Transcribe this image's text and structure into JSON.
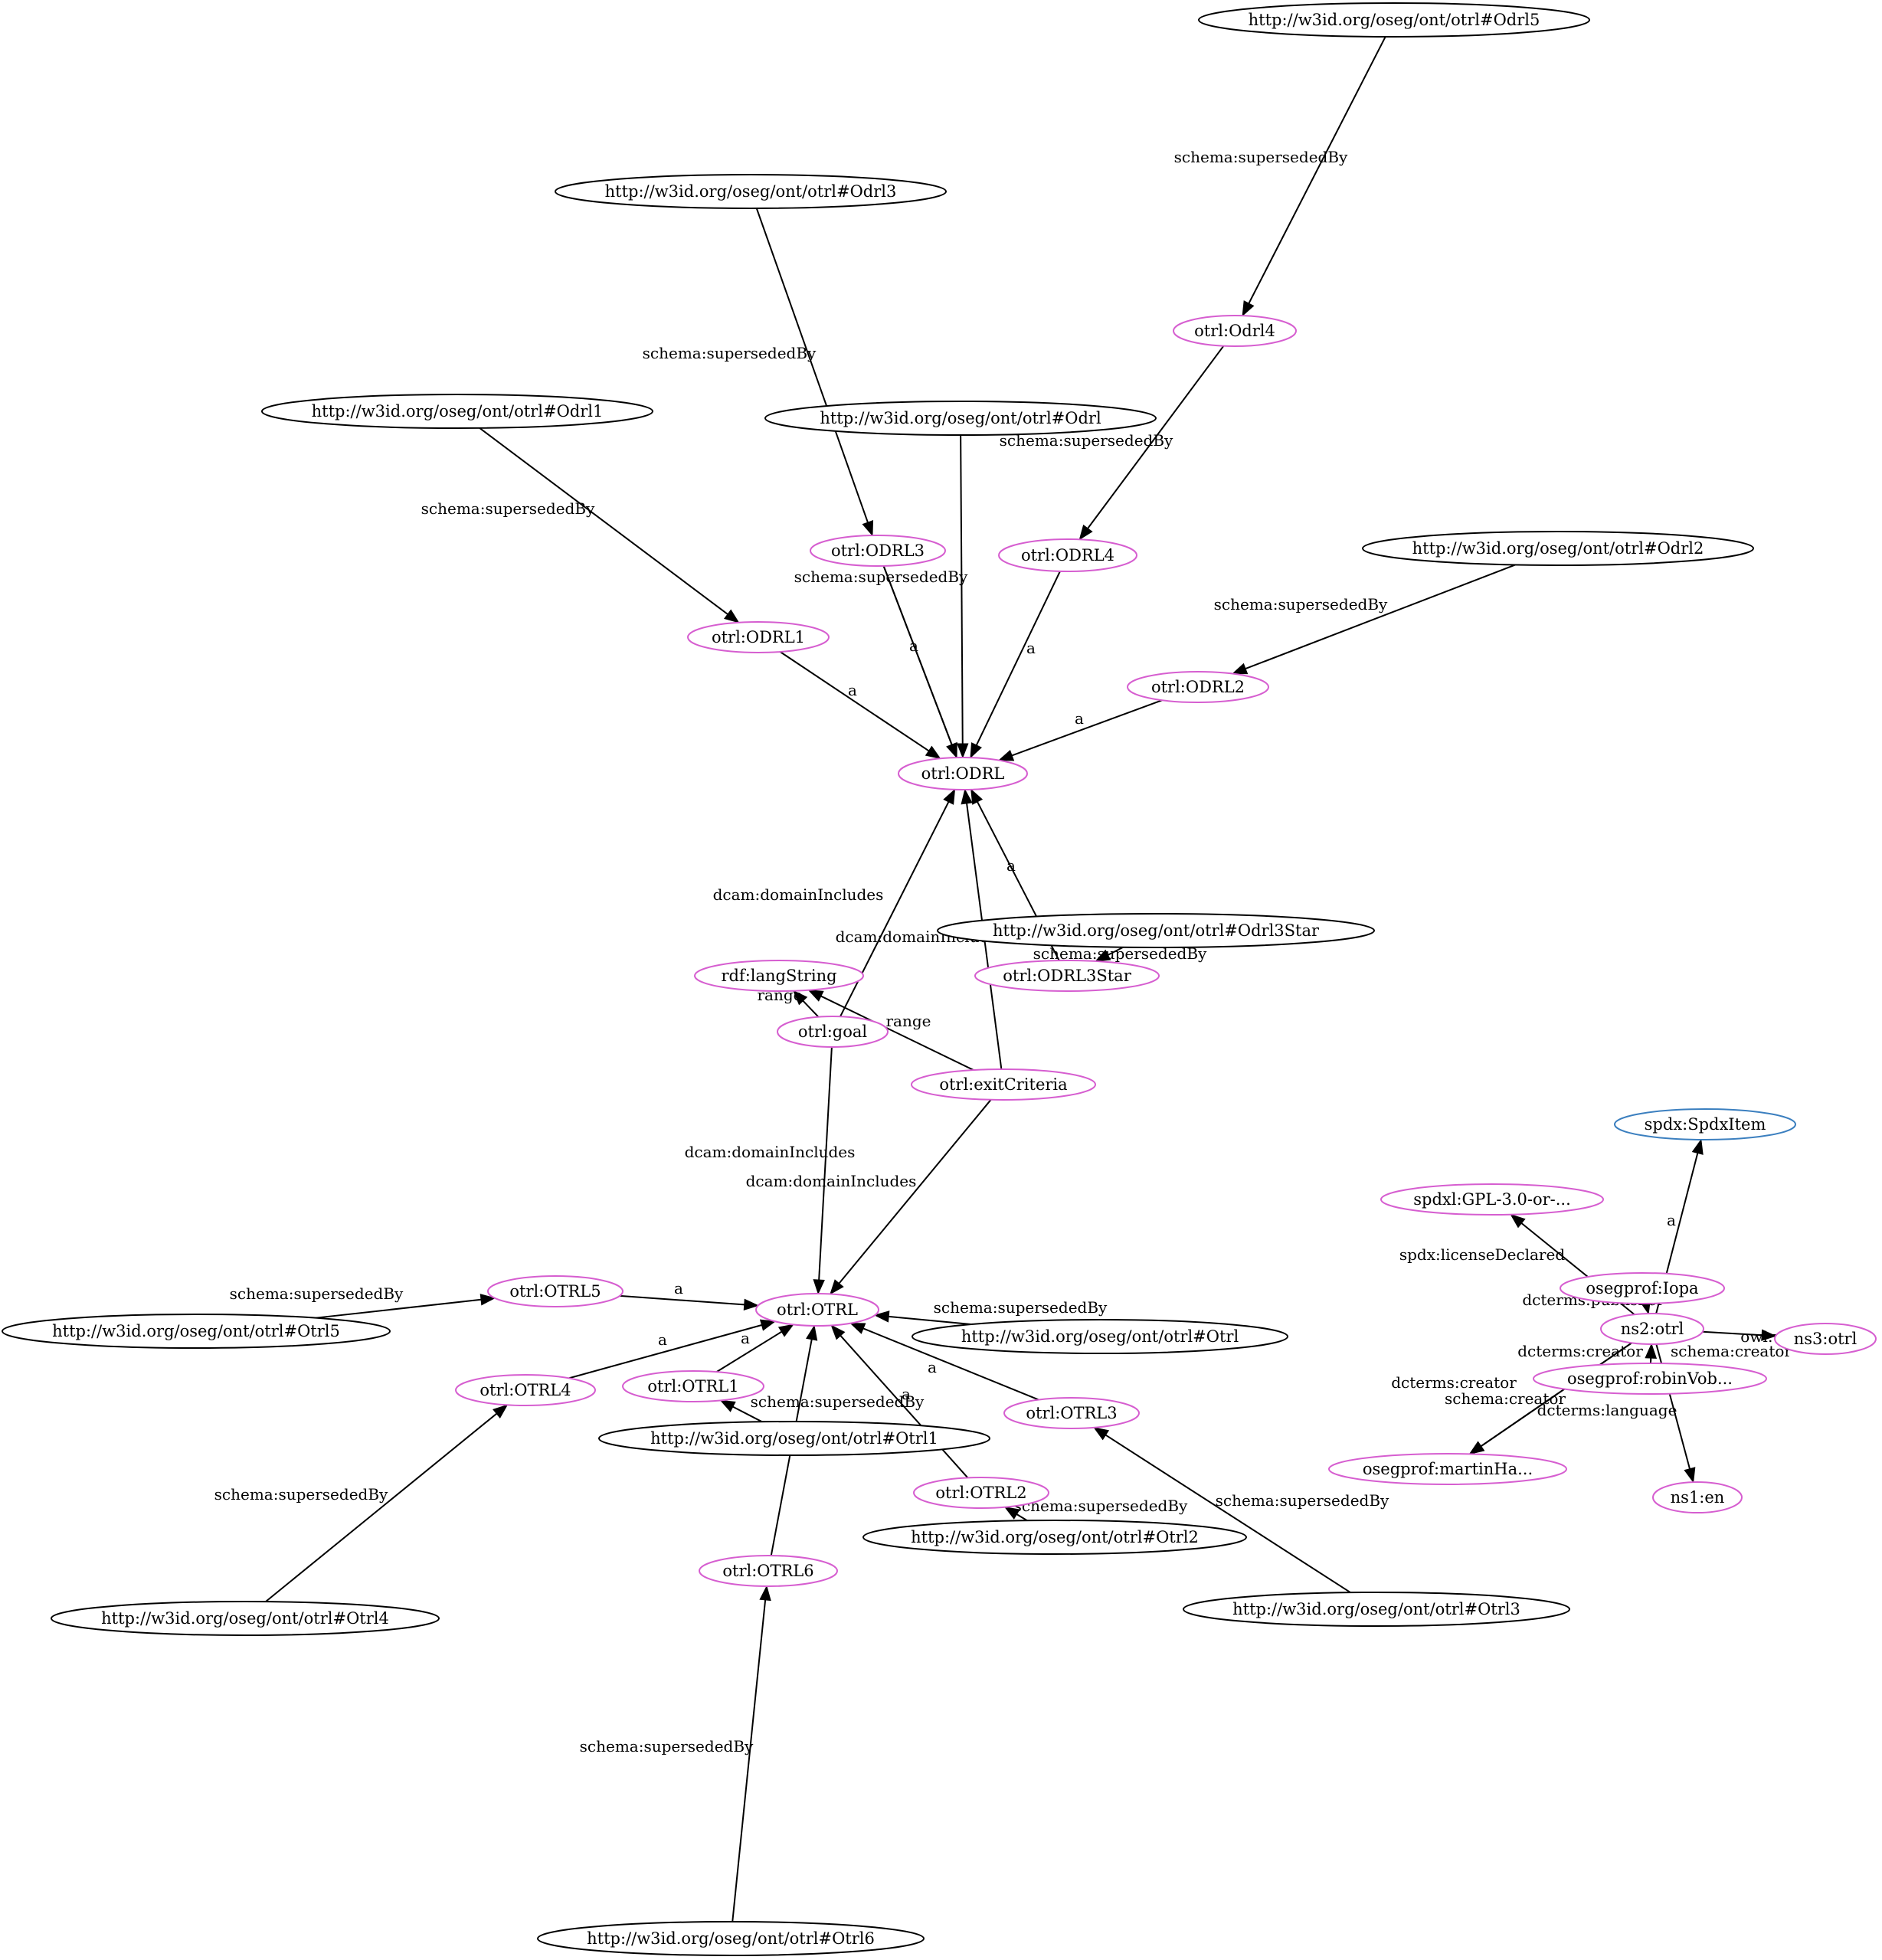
{
  "colors": {
    "resource": "#000000",
    "otrl": "#d65ed0",
    "spdx_class": "#3b7fbf",
    "edge": "#000000",
    "background": "#ffffff"
  },
  "nodes": [
    {
      "id": "odrl5_uri",
      "label": "http://w3id.org/oseg/ont/otrl#Odrl5",
      "kind": "resource"
    },
    {
      "id": "odrl3_uri",
      "label": "http://w3id.org/oseg/ont/otrl#Odrl3",
      "kind": "resource"
    },
    {
      "id": "odrl1_uri",
      "label": "http://w3id.org/oseg/ont/otrl#Odrl1",
      "kind": "resource"
    },
    {
      "id": "odrl_uri",
      "label": "http://w3id.org/oseg/ont/otrl#Odrl",
      "kind": "resource"
    },
    {
      "id": "odrl2_uri",
      "label": "http://w3id.org/oseg/ont/otrl#Odrl2",
      "kind": "resource"
    },
    {
      "id": "odrl3star_uri",
      "label": "http://w3id.org/oseg/ont/otrl#Odrl3Star",
      "kind": "resource"
    },
    {
      "id": "otrl5_uri",
      "label": "http://w3id.org/oseg/ont/otrl#Otrl5",
      "kind": "resource"
    },
    {
      "id": "otrl_uri",
      "label": "http://w3id.org/oseg/ont/otrl#Otrl",
      "kind": "resource"
    },
    {
      "id": "otrl1_uri",
      "label": "http://w3id.org/oseg/ont/otrl#Otrl1",
      "kind": "resource"
    },
    {
      "id": "otrl2_uri",
      "label": "http://w3id.org/oseg/ont/otrl#Otrl2",
      "kind": "resource"
    },
    {
      "id": "otrl4_uri",
      "label": "http://w3id.org/oseg/ont/otrl#Otrl4",
      "kind": "resource"
    },
    {
      "id": "otrl3_uri",
      "label": "http://w3id.org/oseg/ont/otrl#Otrl3",
      "kind": "resource"
    },
    {
      "id": "otrl6_uri",
      "label": "http://w3id.org/oseg/ont/otrl#Otrl6",
      "kind": "resource"
    },
    {
      "id": "Odrl4",
      "label": "otrl:Odrl4",
      "kind": "otrl"
    },
    {
      "id": "ODRL3",
      "label": "otrl:ODRL3",
      "kind": "otrl"
    },
    {
      "id": "ODRL4",
      "label": "otrl:ODRL4",
      "kind": "otrl"
    },
    {
      "id": "ODRL1",
      "label": "otrl:ODRL1",
      "kind": "otrl"
    },
    {
      "id": "ODRL2",
      "label": "otrl:ODRL2",
      "kind": "otrl"
    },
    {
      "id": "ODRL",
      "label": "otrl:ODRL",
      "kind": "otrl"
    },
    {
      "id": "ODRL3Star",
      "label": "otrl:ODRL3Star",
      "kind": "otrl"
    },
    {
      "id": "langString",
      "label": "rdf:langString",
      "kind": "otrl"
    },
    {
      "id": "goal",
      "label": "otrl:goal",
      "kind": "otrl"
    },
    {
      "id": "exitCriteria",
      "label": "otrl:exitCriteria",
      "kind": "otrl"
    },
    {
      "id": "OTRL",
      "label": "otrl:OTRL",
      "kind": "otrl"
    },
    {
      "id": "OTRL5",
      "label": "otrl:OTRL5",
      "kind": "otrl"
    },
    {
      "id": "OTRL4",
      "label": "otrl:OTRL4",
      "kind": "otrl"
    },
    {
      "id": "OTRL1",
      "label": "otrl:OTRL1",
      "kind": "otrl"
    },
    {
      "id": "OTRL3",
      "label": "otrl:OTRL3",
      "kind": "otrl"
    },
    {
      "id": "OTRL2",
      "label": "otrl:OTRL2",
      "kind": "otrl"
    },
    {
      "id": "OTRL6",
      "label": "otrl:OTRL6",
      "kind": "otrl"
    },
    {
      "id": "SpdxItem",
      "label": "spdx:SpdxItem",
      "kind": "spdx_class"
    },
    {
      "id": "gpl",
      "label": "spdxl:GPL-3.0-or-...",
      "kind": "otrl"
    },
    {
      "id": "iopa",
      "label": "osegprof:Iopa",
      "kind": "otrl"
    },
    {
      "id": "ns2otrl",
      "label": "ns2:otrl",
      "kind": "otrl"
    },
    {
      "id": "ns3otrl",
      "label": "ns3:otrl",
      "kind": "otrl"
    },
    {
      "id": "robin",
      "label": "osegprof:robinVob...",
      "kind": "otrl"
    },
    {
      "id": "martin",
      "label": "osegprof:martinHa...",
      "kind": "otrl"
    },
    {
      "id": "en",
      "label": "ns1:en",
      "kind": "otrl"
    }
  ],
  "edges": [
    {
      "from": "odrl5_uri",
      "to": "Odrl4",
      "label": "schema:supersededBy"
    },
    {
      "from": "Odrl4",
      "to": "ODRL4",
      "label": "schema:supersededBy"
    },
    {
      "from": "odrl3_uri",
      "to": "ODRL3",
      "label": "schema:supersededBy"
    },
    {
      "from": "odrl1_uri",
      "to": "ODRL1",
      "label": "schema:supersededBy"
    },
    {
      "from": "odrl_uri",
      "to": "ODRL",
      "label": ""
    },
    {
      "from": "ODRL3",
      "to": "ODRL",
      "label": "a"
    },
    {
      "from": "ODRL3",
      "to": "ODRL",
      "label": "schema:supersededBy"
    },
    {
      "from": "ODRL4",
      "to": "ODRL",
      "label": "a"
    },
    {
      "from": "ODRL1",
      "to": "ODRL",
      "label": "a"
    },
    {
      "from": "odrl2_uri",
      "to": "ODRL2",
      "label": "schema:supersededBy"
    },
    {
      "from": "ODRL2",
      "to": "ODRL",
      "label": "a"
    },
    {
      "from": "ODRL3Star",
      "to": "ODRL",
      "label": "a"
    },
    {
      "from": "odrl3star_uri",
      "to": "ODRL3Star",
      "label": "schema:supersededBy"
    },
    {
      "from": "goal",
      "to": "ODRL",
      "label": "dcam:domainIncludes"
    },
    {
      "from": "exitCriteria",
      "to": "ODRL",
      "label": "dcam:domainIncludes"
    },
    {
      "from": "goal",
      "to": "langString",
      "label": "range"
    },
    {
      "from": "exitCriteria",
      "to": "langString",
      "label": "range"
    },
    {
      "from": "goal",
      "to": "OTRL",
      "label": "dcam:domainIncludes"
    },
    {
      "from": "exitCriteria",
      "to": "OTRL",
      "label": "dcam:domainIncludes"
    },
    {
      "from": "otrl5_uri",
      "to": "OTRL5",
      "label": "schema:supersededBy"
    },
    {
      "from": "OTRL5",
      "to": "OTRL",
      "label": "a"
    },
    {
      "from": "otrl_uri",
      "to": "OTRL",
      "label": "schema:supersededBy"
    },
    {
      "from": "OTRL4",
      "to": "OTRL",
      "label": "a"
    },
    {
      "from": "OTRL1",
      "to": "OTRL",
      "label": "a"
    },
    {
      "from": "otrl1_uri",
      "to": "OTRL1",
      "label": "schema:supersededBy"
    },
    {
      "from": "OTRL3",
      "to": "OTRL",
      "label": "a"
    },
    {
      "from": "OTRL2",
      "to": "OTRL",
      "label": "a"
    },
    {
      "from": "OTRL6",
      "to": "OTRL",
      "label": "a"
    },
    {
      "from": "otrl2_uri",
      "to": "OTRL2",
      "label": "schema:supersededBy"
    },
    {
      "from": "otrl4_uri",
      "to": "OTRL4",
      "label": "schema:supersededBy"
    },
    {
      "from": "otrl3_uri",
      "to": "OTRL3",
      "label": "schema:supersededBy"
    },
    {
      "from": "otrl6_uri",
      "to": "OTRL6",
      "label": "schema:supersededBy"
    },
    {
      "from": "ns2otrl",
      "to": "SpdxItem",
      "label": "a"
    },
    {
      "from": "ns2otrl",
      "to": "gpl",
      "label": "spdx:licenseDeclared"
    },
    {
      "from": "iopa",
      "to": "ns2otrl",
      "label": "dcterms:publisher"
    },
    {
      "from": "ns2otrl",
      "to": "ns3otrl",
      "label": "owl:versionIRI"
    },
    {
      "from": "robin",
      "to": "ns2otrl",
      "label": "dcterms:creator"
    },
    {
      "from": "robin",
      "to": "ns2otrl",
      "label": "schema:creator"
    },
    {
      "from": "ns2otrl",
      "to": "martin",
      "label": "dcterms:creator"
    },
    {
      "from": "ns2otrl",
      "to": "martin",
      "label": "schema:creator"
    },
    {
      "from": "ns2otrl",
      "to": "en",
      "label": "dcterms:language"
    }
  ]
}
